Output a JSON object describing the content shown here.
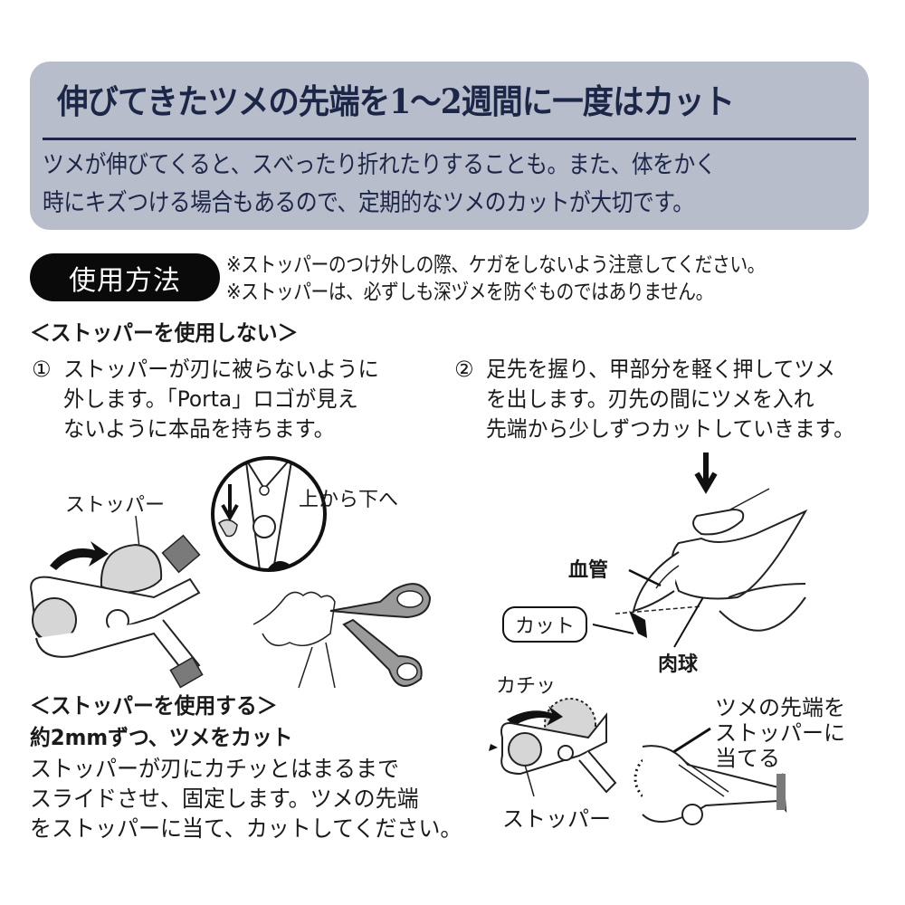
{
  "header": {
    "title": "伸びてきたツメの先端を1〜2週間に一度はカット",
    "body_lines": [
      "ツメが伸びてくると、スべったり折れたりすることも。また、体をかく",
      "時にキズつける場合もあるので、定期的なツメのカットが大切です。"
    ]
  },
  "usage": {
    "badge": "使用方法",
    "notes": [
      "※ストッパーのつけ外しの際、ケガをしないよう注意してください。",
      "※ストッパーは、必ずしも深ヅメを防ぐものではありません。"
    ]
  },
  "without_stopper": {
    "heading": "＜ストッパーを使用しない＞",
    "step1": {
      "number": "①",
      "lines": [
        "ストッパーが刃に被らないように",
        "外します。「Porta」ロゴが見え",
        "ないように本品を持ちます。"
      ]
    },
    "step2": {
      "number": "②",
      "lines": [
        "足先を握り、甲部分を軽く押してツメ",
        "を出します。刃先の間にツメを入れ",
        "先端から少しずつカットしていきます。"
      ]
    },
    "illustration_labels": {
      "stopper": "ストッパー",
      "top_to_bottom": "上から下へ",
      "blood_vessel": "血管",
      "cut": "カット",
      "paw_pad": "肉球"
    }
  },
  "with_stopper": {
    "heading": "＜ストッパーを使用する＞",
    "subheading": "約2mmずつ、ツメをカット",
    "body_lines": [
      "ストッパーが刃にカチッとはまるまで",
      "スライドさせ、固定します。ツメの先端",
      "をストッパーに当て、カットしてください。"
    ],
    "illustration_labels": {
      "click": "カチッ",
      "stopper": "ストッパー",
      "nail_tip_lines": [
        "ツメの先端を",
        "ストッパーに",
        "当てる"
      ]
    }
  },
  "colors": {
    "header_bg": "#b8bdcc",
    "header_text": "#1c2748",
    "badge_bg": "#0a0a0a",
    "illustration_gray": "#d6d6d6",
    "handle_gray": "#7a7a7a"
  }
}
